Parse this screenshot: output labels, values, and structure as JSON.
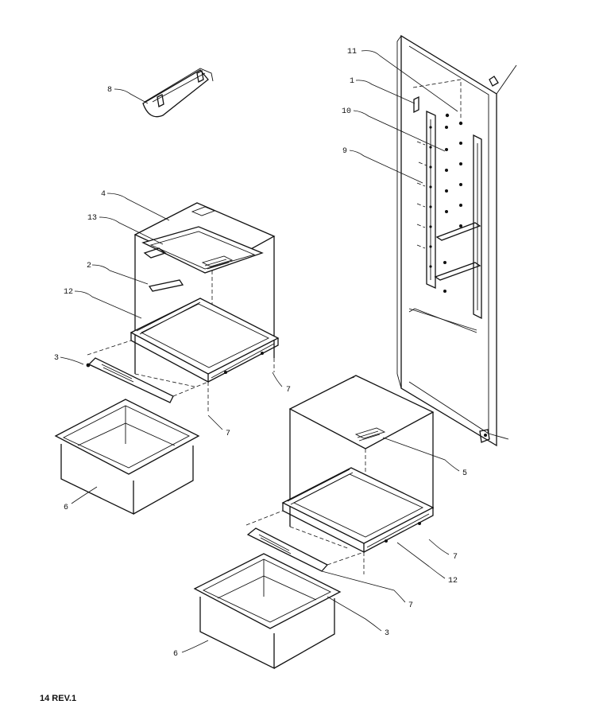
{
  "diagram": {
    "callouts": {
      "c11": "11",
      "c1": "1",
      "c10": "10",
      "c9": "9",
      "c8": "8",
      "c4": "4",
      "c13": "13",
      "c2": "2",
      "c12a": "12",
      "c3a": "3",
      "c7a": "7",
      "c7b": "7",
      "c6a": "6",
      "c5": "5",
      "c7c": "7",
      "c12b": "12",
      "c7d": "7",
      "c3b": "3",
      "c6b": "6"
    },
    "footer_text": "14 REV.1"
  }
}
